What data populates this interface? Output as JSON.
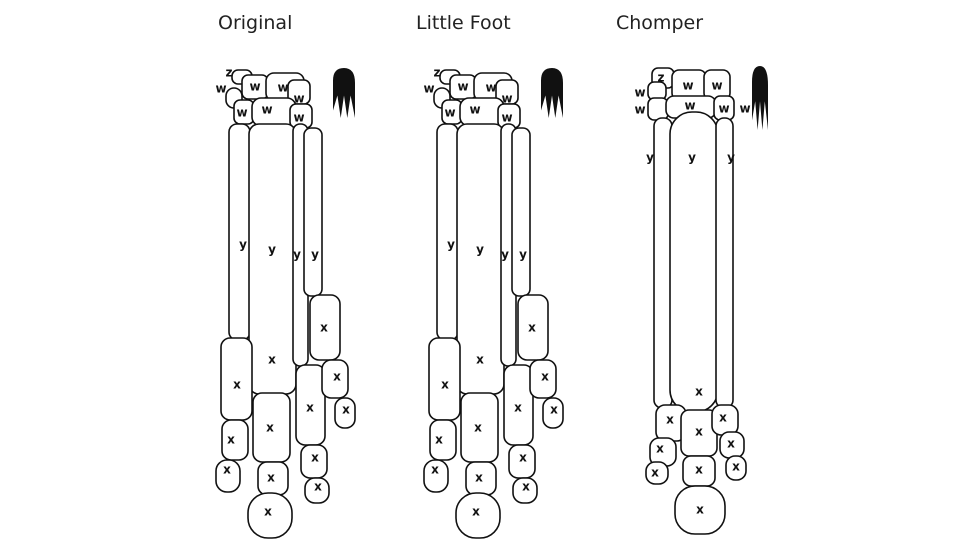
{
  "panels": [
    {
      "title": "Original",
      "bone_labels": [
        "z",
        "w",
        "w",
        "w",
        "w",
        "w",
        "w",
        "w",
        "y",
        "y",
        "y",
        "y",
        "x",
        "x",
        "x",
        "x",
        "x",
        "x",
        "x",
        "x",
        "x",
        "x",
        "x",
        "x",
        "x"
      ]
    },
    {
      "title": "Little Foot",
      "bone_labels": [
        "z",
        "w",
        "w",
        "w",
        "w",
        "w",
        "w",
        "w",
        "y",
        "y",
        "y",
        "y",
        "x",
        "x",
        "x",
        "x",
        "x",
        "x",
        "x",
        "x",
        "x",
        "x",
        "x",
        "x",
        "x"
      ]
    },
    {
      "title": "Chomper",
      "bone_labels": [
        "z",
        "w",
        "w",
        "w",
        "w",
        "w",
        "w",
        "w",
        "y",
        "y",
        "y",
        "x",
        "x",
        "x",
        "x",
        "x",
        "x",
        "x",
        "x",
        "x",
        "x"
      ]
    }
  ],
  "colors": {
    "bone_fill": "#ffffff",
    "outline": "#111111",
    "silhouette": "#111111"
  }
}
